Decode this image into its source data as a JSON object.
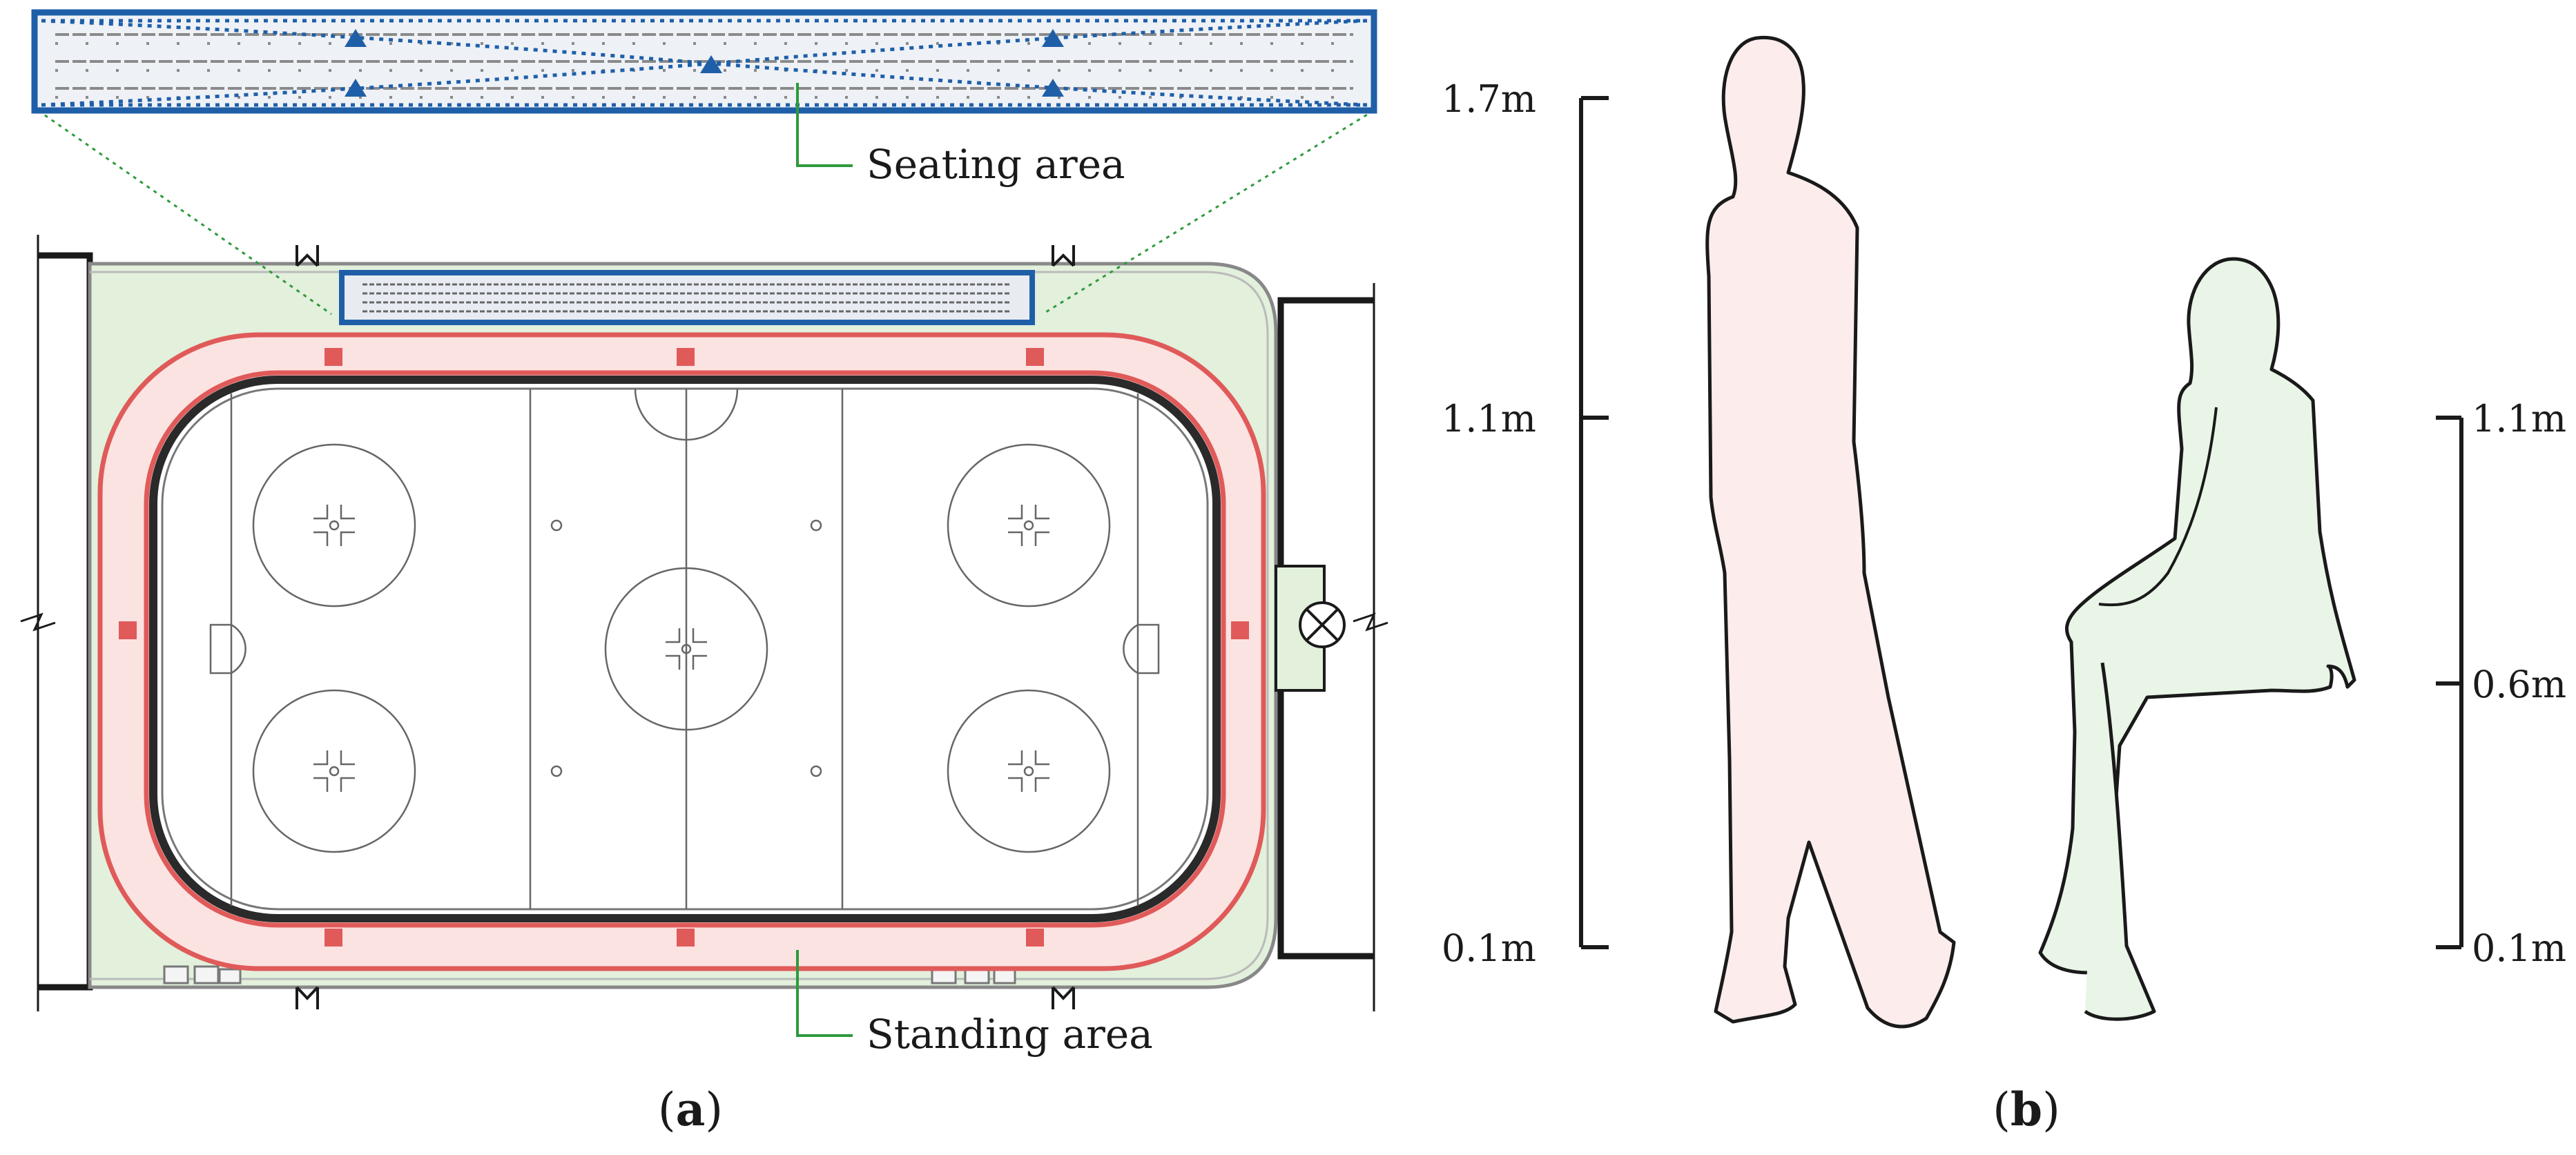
{
  "panel_a": {
    "caption_letter": "a",
    "seating_label": "Seating area",
    "standing_label": "Standing area"
  },
  "panel_b": {
    "caption_letter": "b",
    "standing_ticks": [
      "1.7m",
      "1.1m",
      "0.1m"
    ],
    "seated_ticks": [
      "1.1m",
      "0.6m",
      "0.1m"
    ]
  },
  "colors": {
    "seating_blue": "#1f5fa8",
    "standing_red": "#e05a5a",
    "standing_fill": "#fbe3e1",
    "floor_green": "#e2f0dc",
    "leader_green": "#2e9a3c",
    "standing_person_fill": "#fcecec",
    "seated_person_fill": "#e9f5e7"
  },
  "icons": {
    "sensor": "triangle-marker",
    "speaker": "square-marker",
    "exit": "circle-x-icon"
  }
}
